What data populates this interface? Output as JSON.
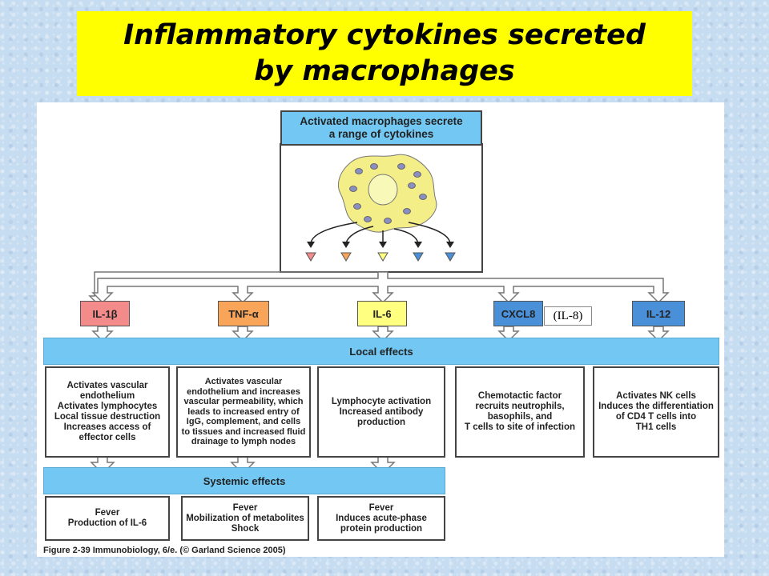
{
  "title": {
    "line1": "Inflammatory cytokines secreted",
    "line2": "by macrophages"
  },
  "top_box": "Activated macrophages secrete\na range of cytokines",
  "cytokines": [
    {
      "label": "IL-1β",
      "color": "#f48b8b"
    },
    {
      "label": "TNF-α",
      "color": "#f8a55a"
    },
    {
      "label": "IL-6",
      "color": "#ffff80"
    },
    {
      "label": "CXCL8",
      "color": "#4a90d9"
    },
    {
      "label": "IL-12",
      "color": "#4a90d9"
    }
  ],
  "alias": "(IL-8)",
  "local_effects_label": "Local effects",
  "local_effects": [
    "Activates vascular\nendothelium\nActivates lymphocytes\nLocal tissue destruction\nIncreases access of\neffector cells",
    "Activates vascular\nendothelium and increases\nvascular permeability, which\nleads to increased entry of\nIgG, complement, and cells\nto tissues and increased fluid\ndrainage to lymph nodes",
    "Lymphocyte activation\nIncreased antibody\nproduction",
    "Chemotactic factor\nrecruits neutrophils,\nbasophils, and\nT cells to site of infection",
    "Activates NK cells\nInduces the differentiation\nof CD4 T cells into\nTH1 cells"
  ],
  "systemic_effects_label": "Systemic effects",
  "systemic_effects": [
    "Fever\nProduction of IL-6",
    "Fever\nMobilization of metabolites\nShock",
    "Fever\nInduces acute-phase\nprotein production"
  ],
  "caption": "Figure 2-39 Immunobiology, 6/e. (© Garland Science 2005)",
  "colors": {
    "title_bg": "#ffff00",
    "banner": "#72c8f2",
    "cell_body": "#f4ee88",
    "nucleus": "#f8f8b8",
    "granule": "#8a8fc2",
    "arrow_gray": "#d8d8d8"
  }
}
